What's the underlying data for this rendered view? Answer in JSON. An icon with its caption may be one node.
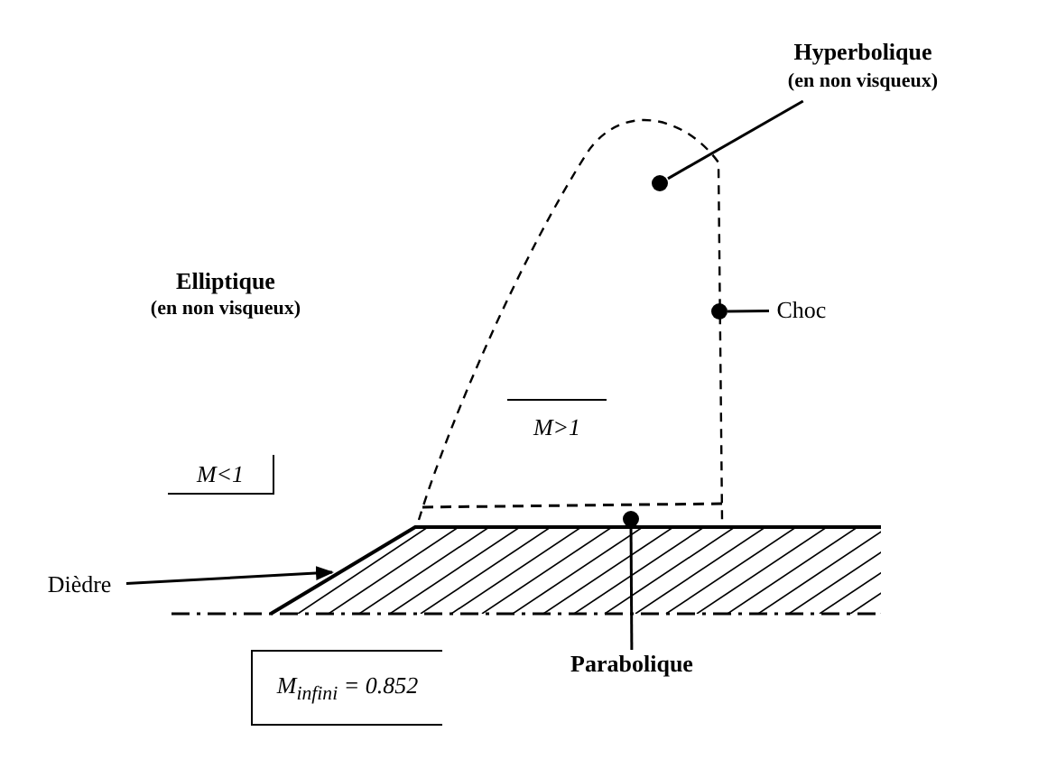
{
  "diagram": {
    "nodes": [
      {
        "text": [
          "Hyperbolique",
          "(en non visqueux)"
        ]
      },
      {
        "text": [],
        "shape": "circle"
      },
      {
        "text": [
          "Choc"
        ]
      },
      {
        "text": [],
        "shape": "circle"
      },
      {
        "text": [
          "Dièdre"
        ]
      },
      {
        "text": [
          "Parabolique"
        ]
      },
      {
        "text": [],
        "shape": "circle"
      },
      {
        "text": [],
        "shape": "picture"
      }
    ],
    "edges": [
      {
        "from": 0,
        "to": 1,
        "arrow": "none"
      },
      {
        "from": 2,
        "to": 3,
        "arrow": "none"
      },
      {
        "from": 4,
        "to": 7,
        "arrow": "to"
      },
      {
        "from": 5,
        "to": 6,
        "arrow": "none"
      }
    ],
    "labels": [
      "Elliptique",
      "(en non visqueux)",
      "M>1",
      "M<1",
      "M$_{infini}$ = 0.852"
    ]
  }
}
